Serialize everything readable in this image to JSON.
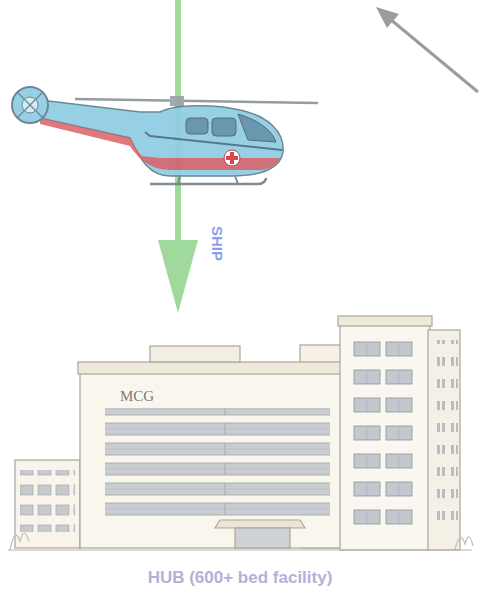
{
  "diagram": {
    "nodes": [
      {
        "text": [
          "MCG",
          "HUB (600+ bed facility)"
        ]
      }
    ],
    "labels": [
      "SHIP"
    ]
  }
}
